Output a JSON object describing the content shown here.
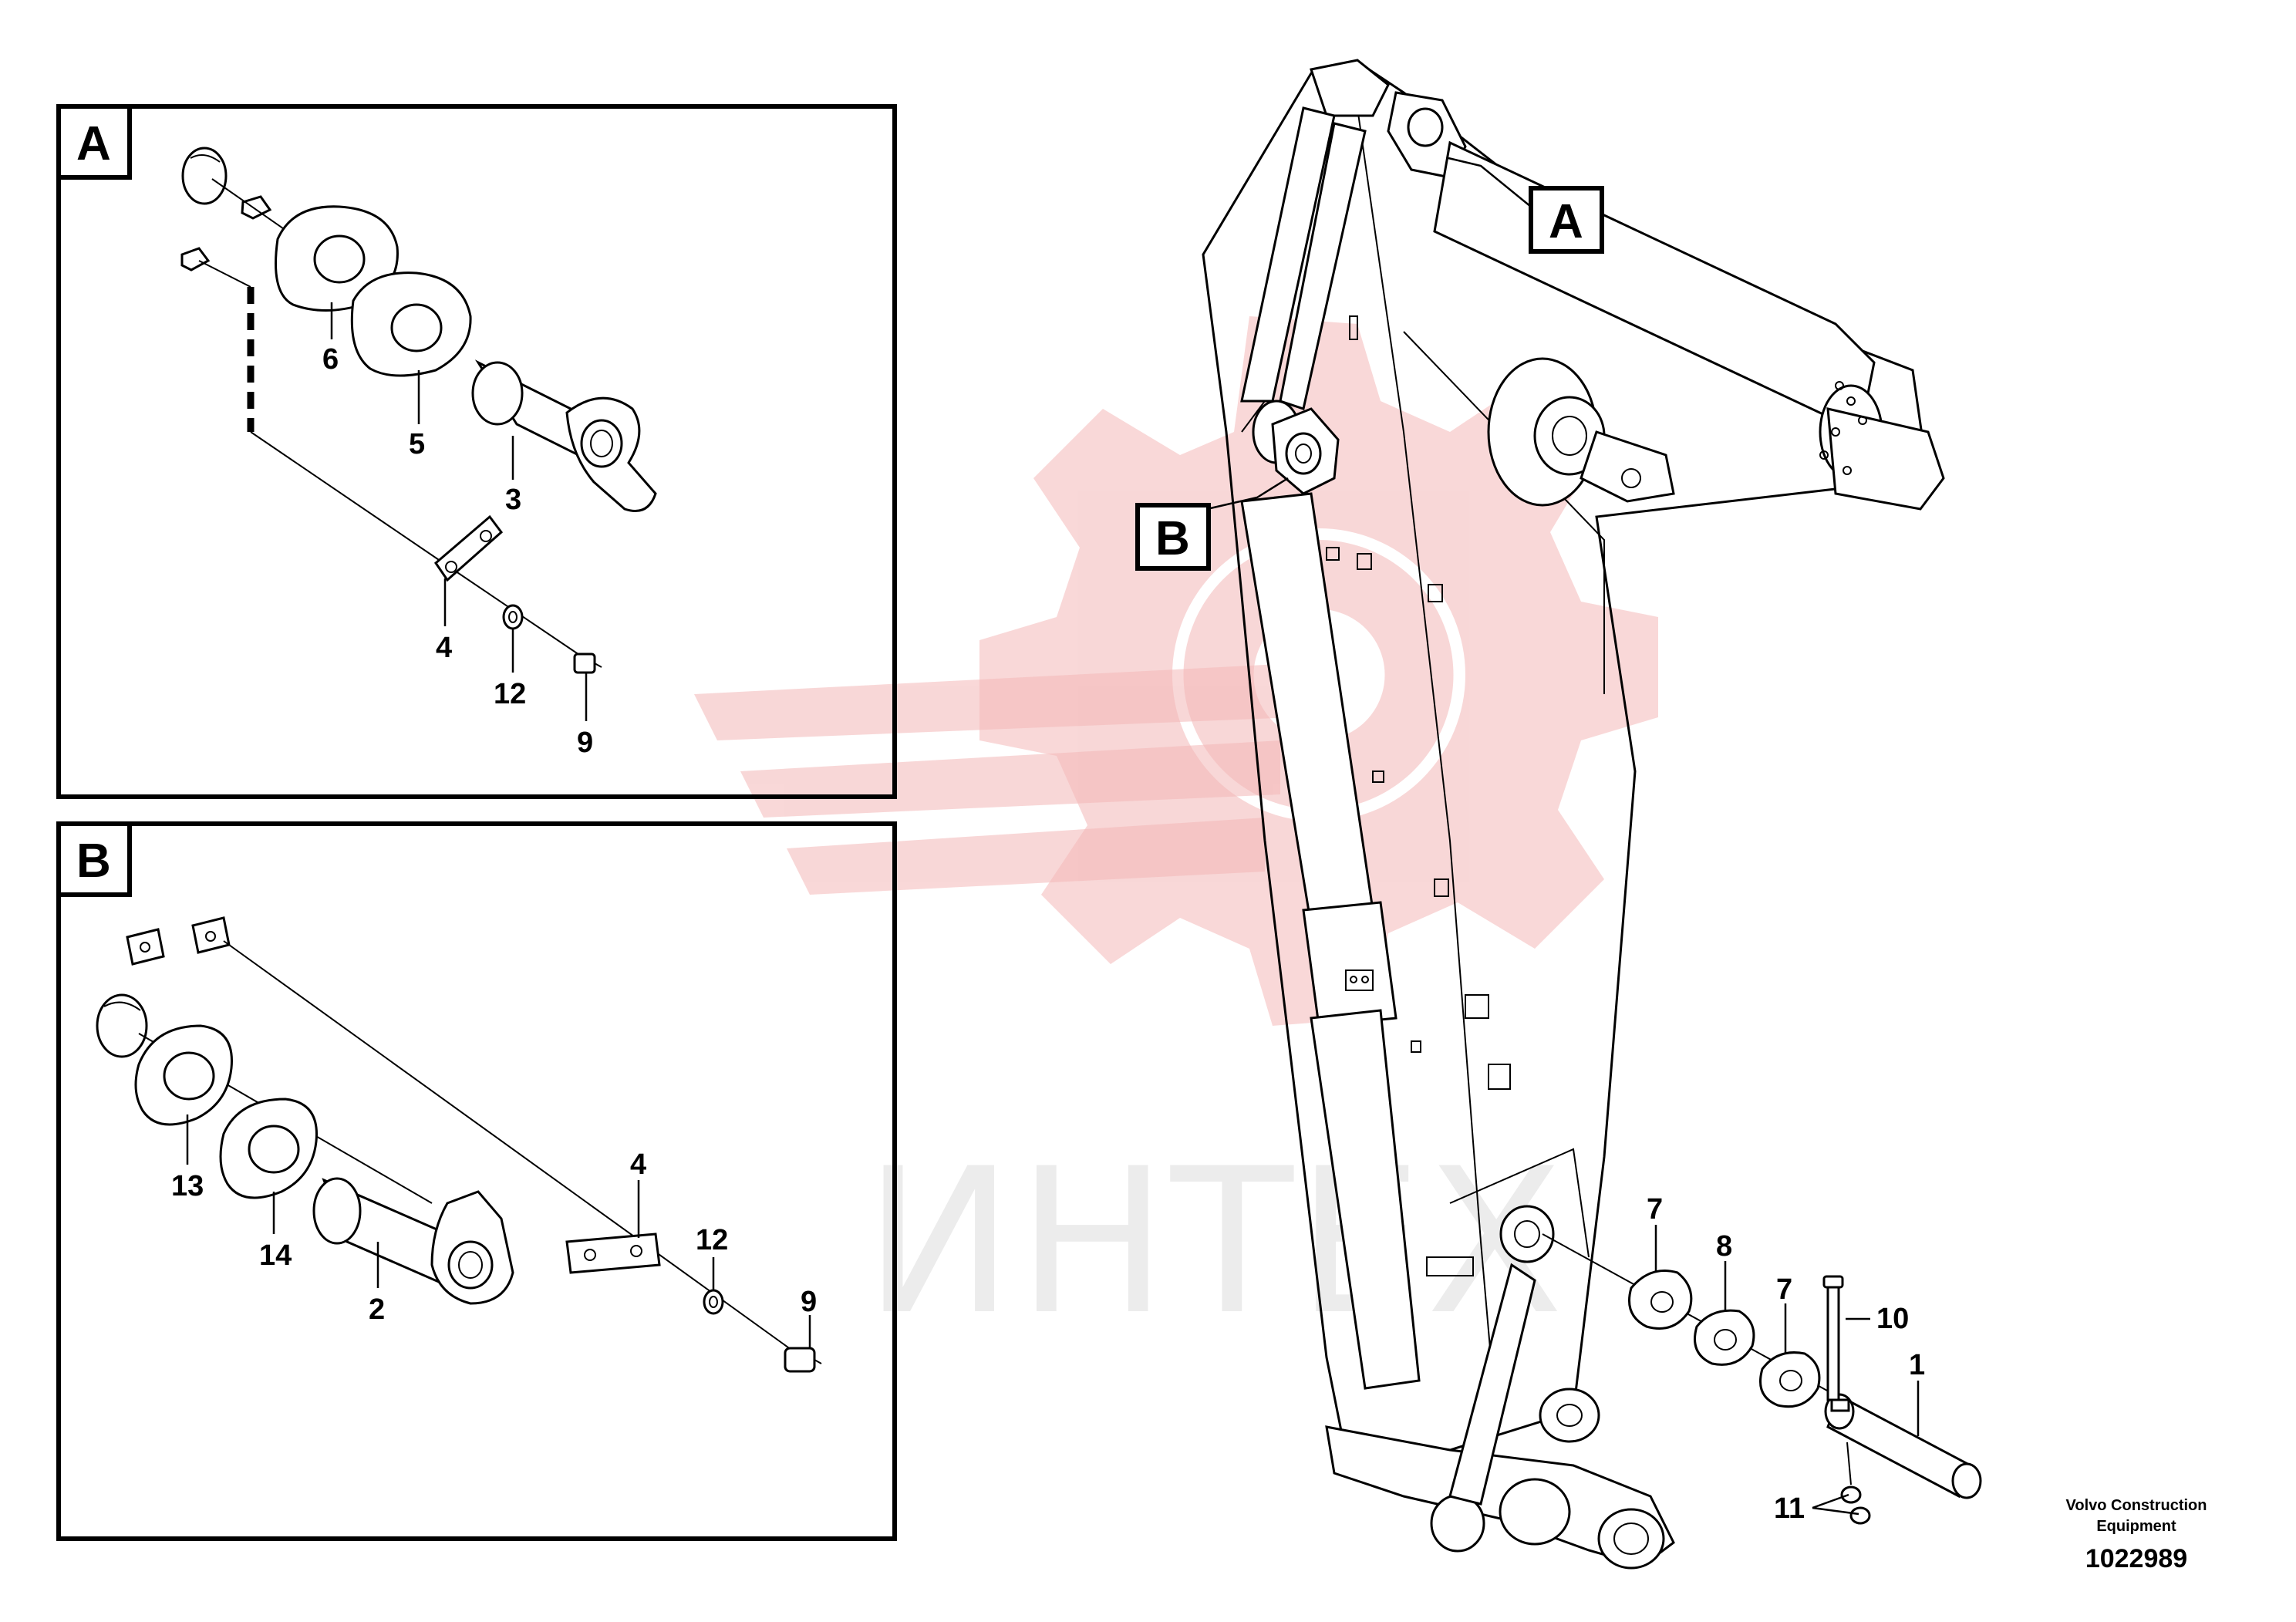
{
  "watermark": {
    "text": "ИНТЕХ",
    "color": "#f2c2c2"
  },
  "frame_a": {
    "letter": "A",
    "callouts": [
      "6",
      "5",
      "3",
      "4",
      "12",
      "9"
    ]
  },
  "frame_b": {
    "letter": "B",
    "callouts": [
      "13",
      "14",
      "2",
      "4",
      "12",
      "9"
    ]
  },
  "main": {
    "tag_a": "A",
    "tag_b": "B",
    "callouts": [
      "7",
      "8",
      "7",
      "10",
      "1",
      "11"
    ]
  },
  "caption": {
    "line1": "Volvo Construction",
    "line2": "Equipment",
    "number": "1022989"
  }
}
